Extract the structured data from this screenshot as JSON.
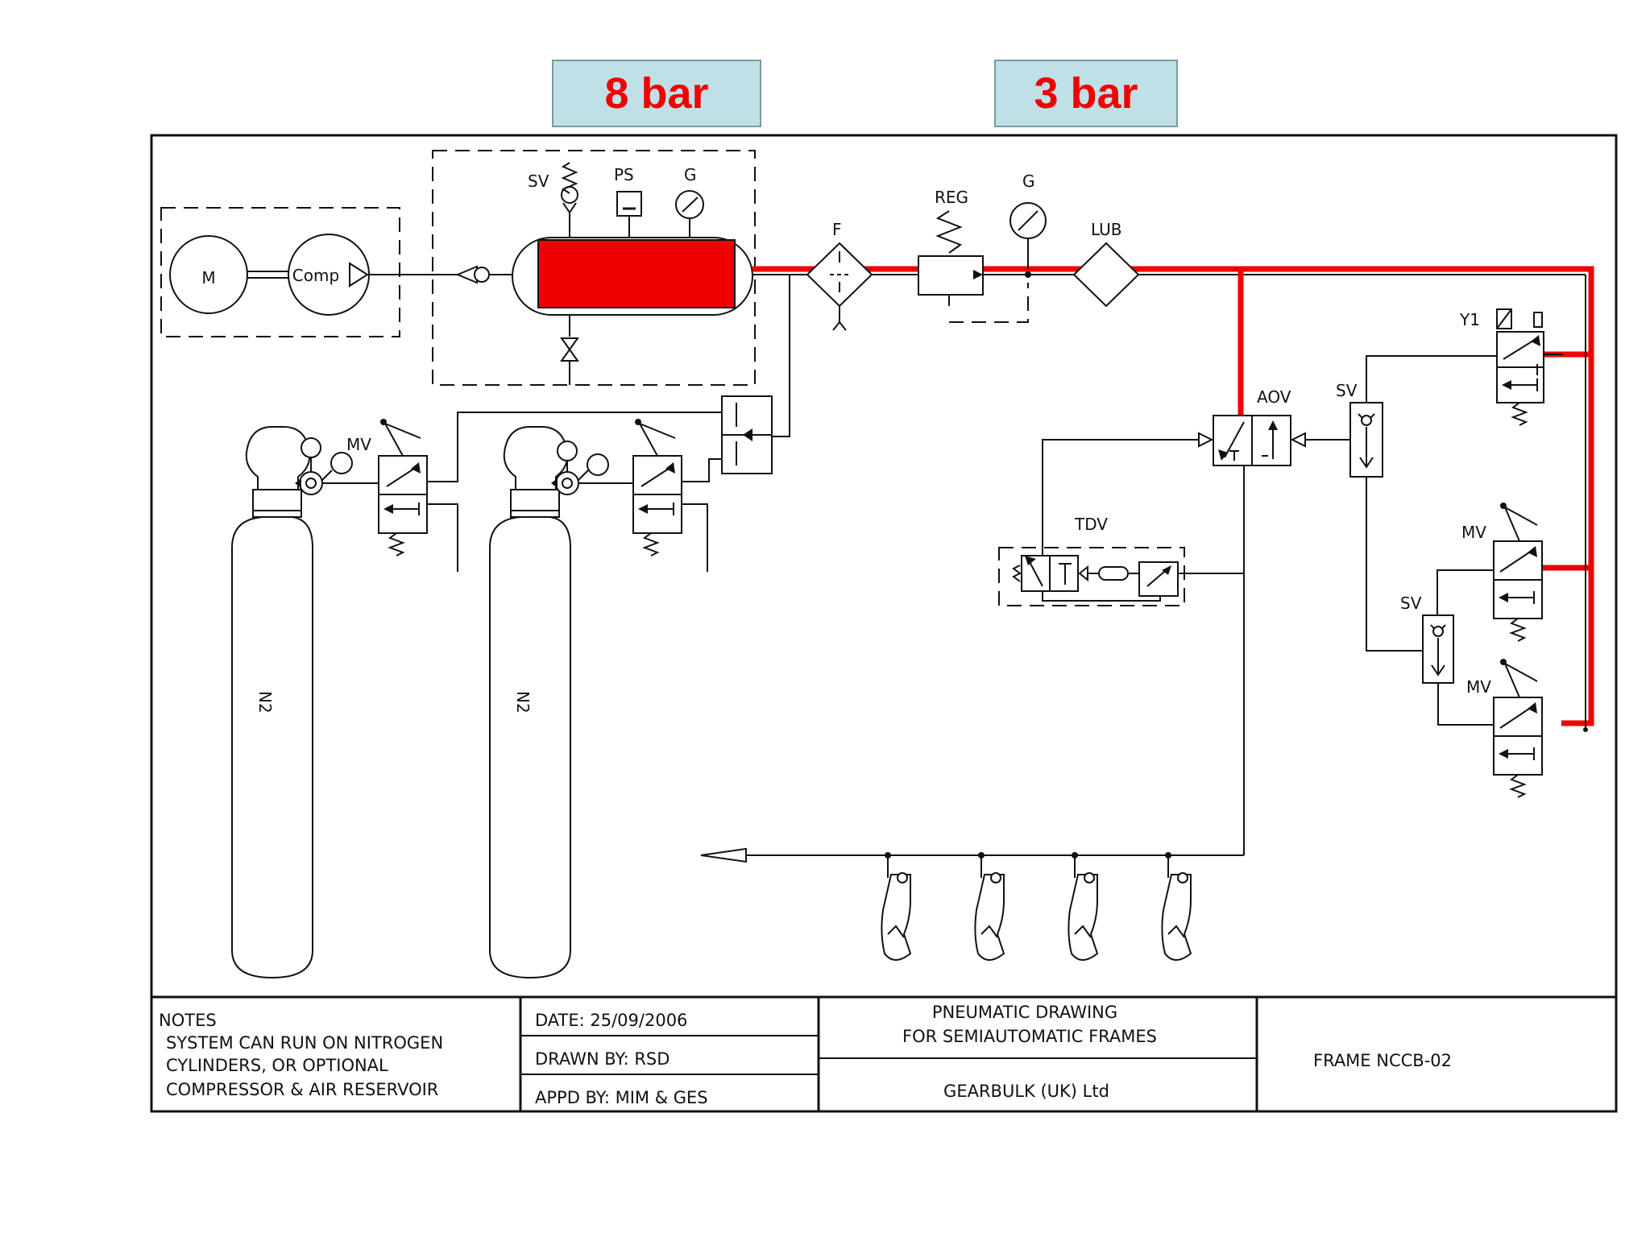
{
  "pressure_labels": {
    "high": "8 bar",
    "low": "3 bar"
  },
  "components": {
    "motor": "M",
    "compressor": "Comp",
    "safety_valve": "SV",
    "pressure_switch": "PS",
    "gauge": "G",
    "filter": "F",
    "regulator": "REG",
    "gauge2": "G",
    "lubricator": "LUB",
    "manual_valve_1": "MV",
    "cylinder_1": "N2",
    "cylinder_2": "N2",
    "aov": "AOV",
    "tdv": "TDV",
    "y1": "Y1",
    "shuttle_valve_1": "SV",
    "shuttle_valve_2": "SV",
    "manual_valve_2": "MV",
    "manual_valve_3": "MV"
  },
  "title_block": {
    "notes_title": "NOTES",
    "notes_lines": [
      "SYSTEM CAN RUN ON NITROGEN",
      "CYLINDERS, OR OPTIONAL",
      "COMPRESSOR & AIR RESERVOIR"
    ],
    "date": "DATE:  25/09/2006",
    "drawn_by": "DRAWN BY: RSD",
    "appd_by": "APPD BY: MIM & GES",
    "drawing_title_1": "PNEUMATIC DRAWING",
    "drawing_title_2": "FOR SEMIAUTOMATIC FRAMES",
    "company": "GEARBULK (UK) Ltd",
    "frame": "FRAME NCCB-02"
  },
  "colors": {
    "pressure_line": "#f00000",
    "label_fill": "#bfe0e6",
    "label_text": "#f00000"
  }
}
